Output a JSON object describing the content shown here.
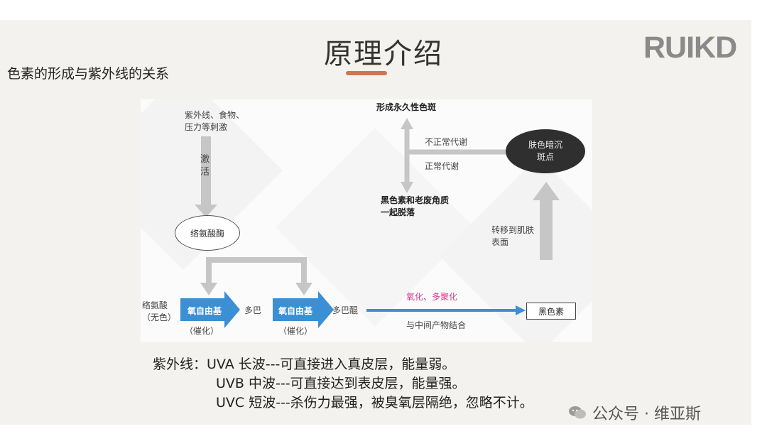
{
  "header": {
    "title": "原理介绍",
    "logo": "RUIKD",
    "subtitle": "色素的形成与紫外线的关系"
  },
  "diagram": {
    "stimulus": [
      "紫外线、食物、",
      "压力等刺激"
    ],
    "activate": [
      "激",
      "活"
    ],
    "enzyme": "络氨酸酶",
    "tyrosine": [
      "络氨酸",
      "（无色）"
    ],
    "radical_1": "氧自由基",
    "catalysis_1": "（催化）",
    "dopa": "多巴",
    "radical_2": "氧自由基",
    "catalysis_2": "（催化）",
    "dopaquinone": "多巴醌",
    "oxidation": "氧化、多聚化",
    "combine": "与中间产物结合",
    "melanin": "黑色素",
    "transfer": [
      "转移到肌肤",
      "表面"
    ],
    "dull_spots": [
      "肤色暗沉",
      "斑点"
    ],
    "abnormal": "不正常代谢",
    "normal": "正常代谢",
    "permanent": "形成永久性色斑",
    "shed": [
      "黑色素和老废角质",
      "一起脱落"
    ]
  },
  "notes": [
    "紫外线：UVA 长波---可直接进入真皮层，能量弱。",
    "UVB 中波---可直接达到表皮层，能量强。",
    "UVC 短波---杀伤力最强，被臭氧层隔绝，忽略不计。"
  ],
  "watermark": "公众号 · 维亚斯",
  "colors": {
    "accent_bar": "#c87a4c",
    "blue_arrow": "#3b8fd4",
    "gray_arrow": "#c6c6c6",
    "oxidation_text": "#d63a8a"
  }
}
